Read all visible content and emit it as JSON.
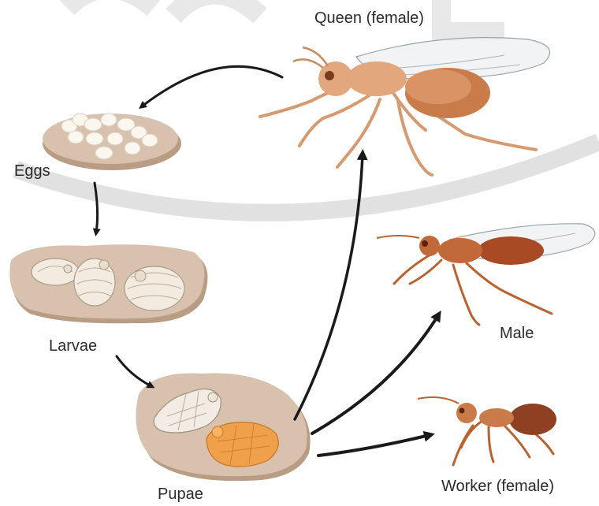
{
  "labels": {
    "queen": "Queen (female)",
    "eggs": "Eggs",
    "larvae": "Larvae",
    "pupae": "Pupae",
    "male": "Male",
    "worker": "Worker (female)"
  },
  "colors": {
    "watermark": "#c8c8c8",
    "tray": "#d8c2ad",
    "tray_shadow": "#b89c84",
    "ant_light": "#e3a77e",
    "ant_mid": "#c97c4a",
    "ant_dark": "#8f3f22",
    "pupa_orange": "#f0a04a",
    "egg": "#fbf6ee",
    "arrow": "#1a1a1a"
  },
  "icons": {
    "queen": "queen-ant-illustration",
    "male": "male-ant-illustration",
    "worker": "worker-ant-illustration"
  }
}
